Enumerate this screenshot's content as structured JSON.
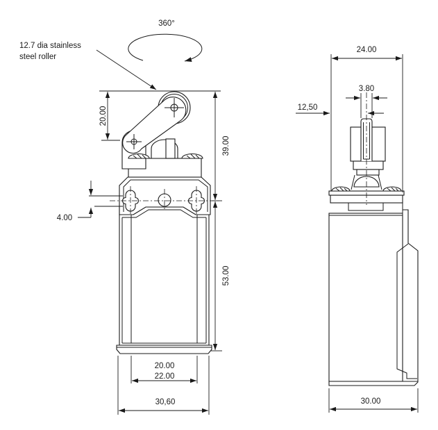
{
  "drawing": {
    "rotation_label": "360°",
    "roller_note": {
      "line1": "12.7 dia stainless",
      "line2": "steel roller"
    },
    "front_view": {
      "dim_lever_height": "20.00",
      "dim_head_height": "39.00",
      "dim_slot_offset": "4.00",
      "dim_body_height": "53.00",
      "dim_hole_spacing": "20.00",
      "dim_panel_width": "22.00",
      "dim_overall_width": "30,60"
    },
    "side_view": {
      "dim_head_width": "24.00",
      "dim_lever_thickness": "3.80",
      "dim_center_offset": "12,50",
      "dim_body_depth": "30.00"
    },
    "colors": {
      "line": "#1a1a1a",
      "background": "#ffffff"
    }
  }
}
